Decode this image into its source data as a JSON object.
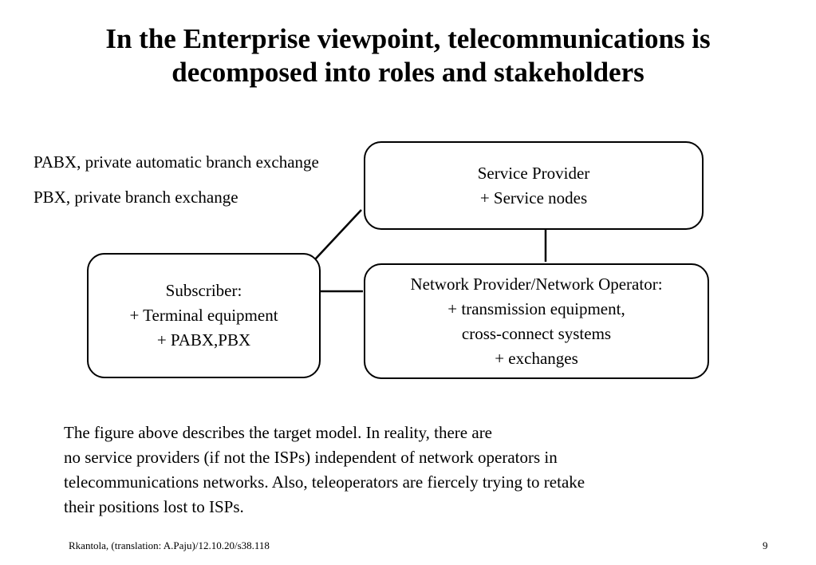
{
  "title": {
    "line1": "In the Enterprise viewpoint, telecommunications is",
    "line2": "decomposed into roles and stakeholders"
  },
  "notes": {
    "pabx": "PABX, private automatic branch exchange",
    "pbx": "PBX, private branch exchange"
  },
  "boxes": {
    "service_provider": {
      "line1": "Service Provider",
      "line2": "+ Service nodes"
    },
    "subscriber": {
      "line1": "Subscriber:",
      "line2": "+ Terminal equipment",
      "line3": "+ PABX,PBX"
    },
    "network_provider": {
      "line1": "Network Provider/Network Operator:",
      "line2": "+ transmission equipment,",
      "line3": "cross-connect systems",
      "line4": "+ exchanges"
    }
  },
  "paragraph": {
    "line1": "The figure above describes the target model. In reality, there are",
    "line2": "no service providers (if not the ISPs) independent of network operators in",
    "line3": "telecommunications networks. Also, teleoperators are fiercely trying to retake",
    "line4": "their positions lost to ISPs."
  },
  "footer": {
    "credit": "Rkantola, (translation: A.Paju)/12.10.20/s38.118",
    "page": "9"
  }
}
